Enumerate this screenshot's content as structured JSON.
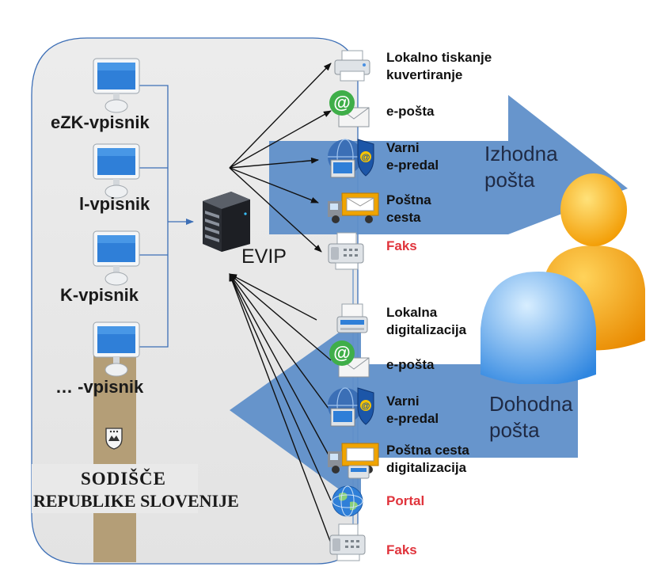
{
  "registries": [
    {
      "label": "eZK-vpisnik",
      "icon": "monitor-icon"
    },
    {
      "label": "l-vpisnik",
      "icon": "monitor-icon"
    },
    {
      "label": "K-vpisnik",
      "icon": "monitor-icon"
    },
    {
      "label": "… -vpisnik",
      "icon": "monitor-icon"
    }
  ],
  "seal": {
    "line1": "SODIŠČE",
    "line2": "REPUBLIKE SLOVENIJE",
    "icon": "coat-of-arms-icon"
  },
  "server": {
    "label": "EVIP",
    "icon": "server-icon"
  },
  "outgoing": {
    "title_line1": "Izhodna",
    "title_line2": "pošta",
    "channels": [
      {
        "line1": "Lokalno tiskanje",
        "line2": "kuvertiranje",
        "icon": "printer-icon",
        "highlight": false
      },
      {
        "line1": "e-pošta",
        "line2": "",
        "icon": "email-icon",
        "highlight": false
      },
      {
        "line1": "Varni",
        "line2": " e-predal",
        "icon": "secure-mailbox-icon",
        "highlight": false
      },
      {
        "line1": "Poštna",
        "line2": "cesta",
        "icon": "mail-truck-icon",
        "highlight": false
      },
      {
        "line1": "Faks",
        "line2": "",
        "icon": "fax-icon",
        "highlight": true
      }
    ]
  },
  "incoming": {
    "title_line1": "Dohodna",
    "title_line2": "pošta",
    "channels": [
      {
        "line1": "Lokalna",
        "line2": "digitalizacija",
        "icon": "scanner-icon",
        "highlight": false
      },
      {
        "line1": "e-pošta",
        "line2": "",
        "icon": "email-icon",
        "highlight": false
      },
      {
        "line1": "Varni",
        "line2": " e-predal",
        "icon": "secure-mailbox-icon",
        "highlight": false
      },
      {
        "line1": "Poštna cesta",
        "line2": "digitalizacija",
        "icon": "mail-truck-scanner-icon",
        "highlight": false
      },
      {
        "line1": "Portal",
        "line2": "",
        "icon": "globe-icon",
        "highlight": true
      },
      {
        "line1": "Faks",
        "line2": "",
        "icon": "fax-icon",
        "highlight": true
      }
    ]
  },
  "users_icon": "users-icon",
  "colors": {
    "arrow_blue": "#5f8fc9",
    "panel_gray": "#e9e9e9",
    "highlight_red": "#e0343c",
    "connector_blue": "#3d6fb6"
  }
}
